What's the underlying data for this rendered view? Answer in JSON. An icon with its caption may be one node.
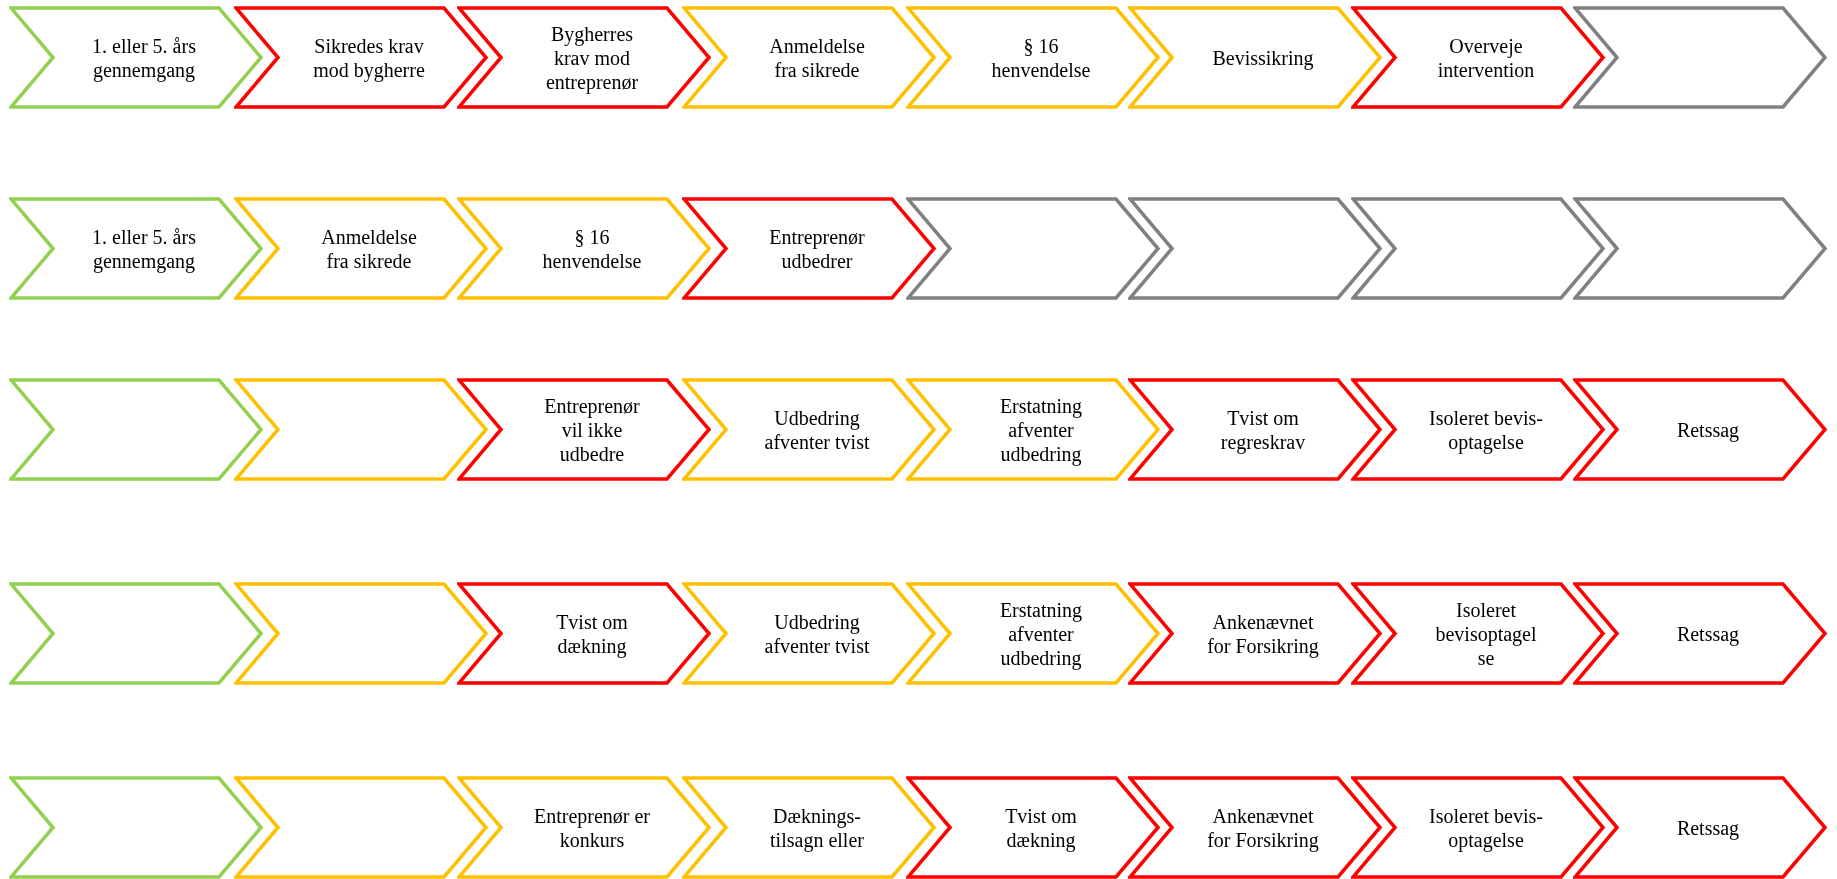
{
  "diagram": {
    "nodes": [
      {
        "text": [
          "1. eller 5. års gennemgang"
        ]
      },
      {
        "text": [
          "Sikredes krav mod bygherre"
        ]
      },
      {
        "text": [
          "Bygherres krav mod entreprenør"
        ]
      },
      {
        "text": [
          "Anmeldelse fra sikrede"
        ]
      },
      {
        "text": [
          "§ 16 henvendelse"
        ]
      },
      {
        "text": [
          "Bevissikring"
        ]
      },
      {
        "text": [
          "Overveje intervention"
        ]
      },
      {
        "text": [],
        "shape": "chevron"
      },
      {
        "text": [
          "1. eller 5. års gennemgang"
        ]
      },
      {
        "text": [
          "Anmeldelse fra sikrede"
        ]
      },
      {
        "text": [
          "§ 16 henvendelse"
        ]
      },
      {
        "text": [
          "Entreprenør udbedrer"
        ]
      },
      {
        "text": [],
        "shape": "chevron"
      },
      {
        "text": [],
        "shape": "chevron"
      },
      {
        "text": [],
        "shape": "chevron"
      },
      {
        "text": [],
        "shape": "chevron"
      },
      {
        "text": [],
        "shape": "chevron"
      },
      {
        "text": [],
        "shape": "chevron"
      },
      {
        "text": [
          "Entreprenør vil ikke udbedre"
        ]
      },
      {
        "text": [
          "Udbedring afventer tvist"
        ]
      },
      {
        "text": [
          "Erstatning afventer udbedring"
        ]
      },
      {
        "text": [
          "Tvist om regreskrav"
        ]
      },
      {
        "text": [
          "Isoleret bevis- optagelse"
        ]
      },
      {
        "text": [
          "Retssag"
        ]
      },
      {
        "text": [],
        "shape": "chevron"
      },
      {
        "text": [],
        "shape": "chevron"
      },
      {
        "text": [
          "Tvist om dækning"
        ]
      },
      {
        "text": [
          "Udbedring afventer tvist"
        ]
      },
      {
        "text": [
          "Erstatning afventer udbedring"
        ]
      },
      {
        "text": [
          "Ankenævnet for Forsikring"
        ]
      },
      {
        "text": [
          "Isoleret bevisoptagel se"
        ]
      },
      {
        "text": [
          "Retssag"
        ]
      },
      {
        "text": [],
        "shape": "chevron"
      },
      {
        "text": [],
        "shape": "chevron"
      },
      {
        "text": [
          "Entreprenør er konkurs"
        ]
      },
      {
        "text": [
          "Dæknings- tilsagn eller"
        ]
      },
      {
        "text": [
          "Tvist om dækning"
        ]
      },
      {
        "text": [
          "Ankenævnet for Forsikring"
        ]
      },
      {
        "text": [
          "Isoleret bevis- optagelse"
        ]
      },
      {
        "text": [
          "Retssag"
        ]
      }
    ]
  }
}
